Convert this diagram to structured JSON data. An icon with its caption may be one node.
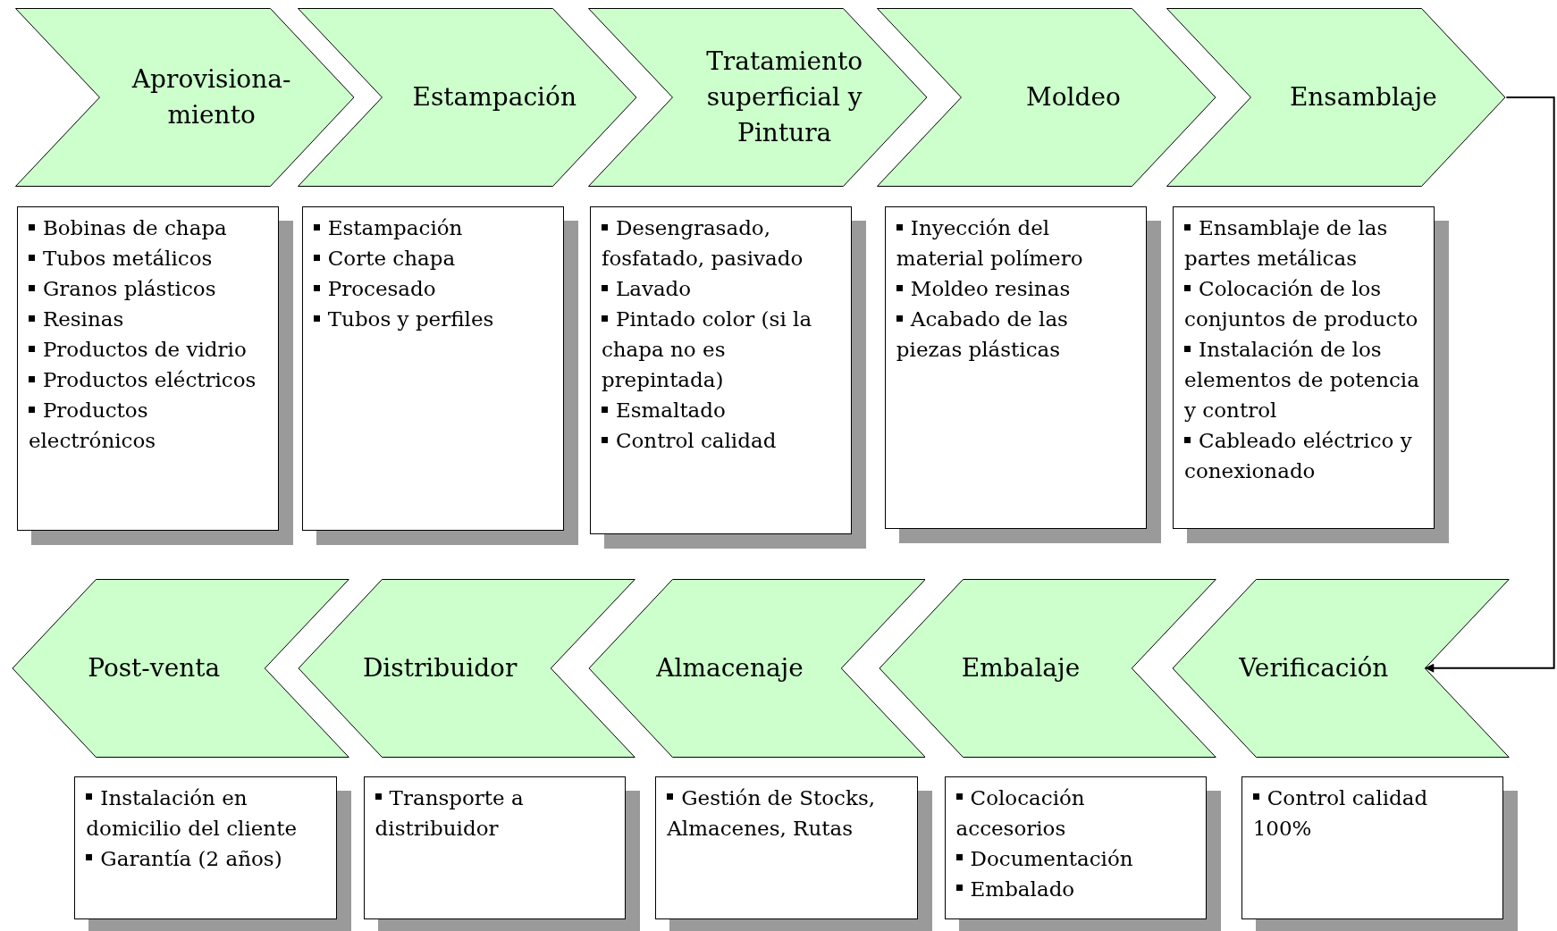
{
  "diagram": {
    "nodes": [
      {
        "text": [
          "Aprovisiona-miento"
        ]
      },
      {
        "text": [
          "Estampación"
        ]
      },
      {
        "text": [
          "Tratamiento superficial y Pintura"
        ]
      },
      {
        "text": [
          "Moldeo"
        ]
      },
      {
        "text": [
          "Ensamblaje"
        ]
      },
      {
        "text": [
          "Bobinas de chapa",
          "Tubos metálicos",
          "Granos plásticos",
          "Resinas",
          "Productos de vidrio",
          "Productos eléctricos",
          "Productos electrónicos"
        ]
      },
      {
        "text": [
          "Estampación",
          "Corte chapa",
          "Procesado",
          "Tubos y perfiles"
        ]
      },
      {
        "text": [
          "Desengrasado, fosfatado, pasivado",
          "Lavado",
          "Pintado color (si la chapa no es prepintada)",
          "Esmaltado",
          "Control calidad"
        ]
      },
      {
        "text": [
          "Inyección del material polímero",
          "Moldeo resinas",
          "Acabado de las piezas plásticas"
        ]
      },
      {
        "text": [
          "Ensamblaje de las partes metálicas",
          "Colocación de los conjuntos de producto",
          "Instalación de los elementos de potencia y control",
          "Cableado eléctrico y conexionado"
        ]
      },
      {
        "text": [
          "Post-venta"
        ]
      },
      {
        "text": [
          "Distribuidor"
        ]
      },
      {
        "text": [
          "Almacenaje"
        ]
      },
      {
        "text": [
          "Embalaje"
        ]
      },
      {
        "text": [
          "Verificación"
        ]
      },
      {
        "text": [
          "Instalación en domicilio del cliente",
          "Garantía (2 años)"
        ]
      },
      {
        "text": [
          "Transporte a distribuidor"
        ]
      },
      {
        "text": [
          "Gestión de Stocks, Almacenes, Rutas"
        ]
      },
      {
        "text": [
          "Colocación accesorios",
          "Documentación",
          "Embalado"
        ]
      },
      {
        "text": [
          "Control calidad 100%"
        ]
      }
    ],
    "edges": [
      {
        "from": 4,
        "to": 14,
        "arrow": "to"
      }
    ]
  }
}
